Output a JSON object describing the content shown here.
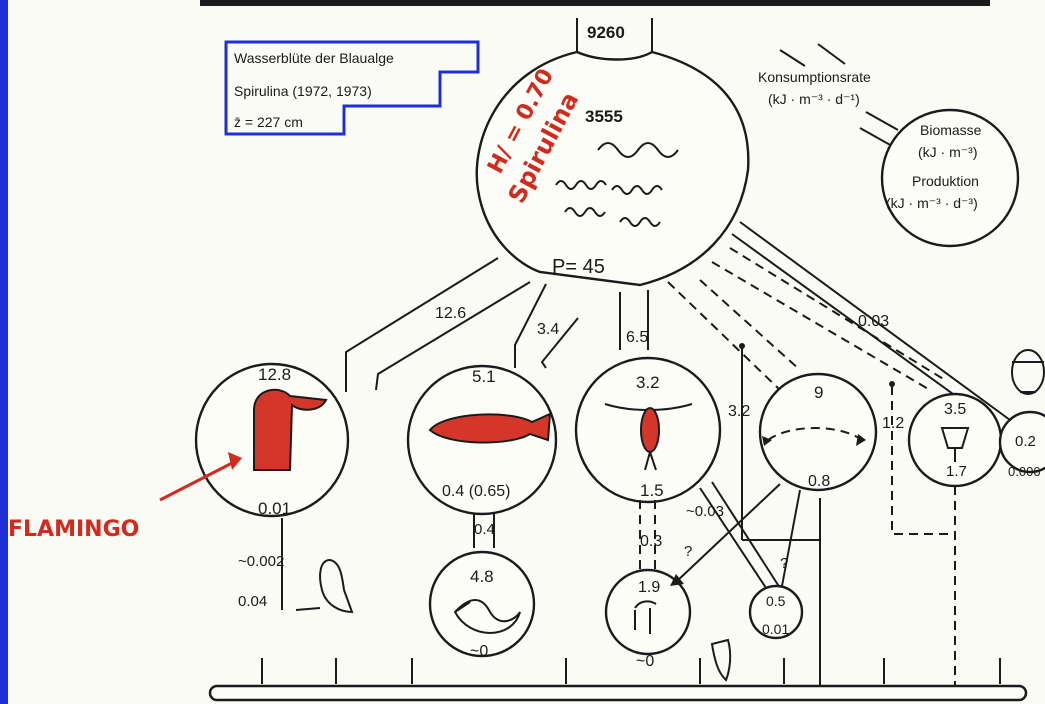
{
  "legend_box": {
    "line1": "Wasserblüte der Blaualge",
    "line2": "Spirulina (1972, 1973)",
    "line3": "z̄ = 227 cm"
  },
  "key": {
    "consumption_rate": "Konsumptionsrate",
    "consumption_unit": "(kJ · m⁻³ · d⁻¹)",
    "biomass": "Biomasse",
    "biomass_unit": "(kJ · m⁻³)",
    "production": "Produktion",
    "production_unit": "(kJ · m⁻³ · d⁻³)"
  },
  "input_value": "9260",
  "spirulina": {
    "biomass": "3555",
    "production": "P= 45",
    "annotation_name": "Spirulina",
    "annotation_ratio": "H/ = 0.70"
  },
  "flows": {
    "to_flamingo": "12.6",
    "to_fish": "3.4",
    "to_copepod": "6.5",
    "to_rotifer": "3.2",
    "to_insect": "1.2",
    "to_small": "0.03",
    "fish_to_pelican": "0.4",
    "copepod_to_larva": "0.3",
    "flamingo_out": "~0.002",
    "flamingo_out2": "0.04",
    "copepod_side": "~0.03",
    "q1": "?",
    "q2": "?"
  },
  "nodes": {
    "flamingo": {
      "biomass": "12.8",
      "production": "0.01",
      "label": "FLAMINGO"
    },
    "fish": {
      "biomass": "5.1",
      "production": "0.4 (0.65)"
    },
    "copepod": {
      "biomass": "3.2",
      "production": "1.5"
    },
    "rotifer": {
      "biomass": "9",
      "production": "0.8"
    },
    "insect": {
      "biomass": "3.5",
      "production": "1.7"
    },
    "small": {
      "biomass": "0.2",
      "production": "0.006"
    },
    "pelican": {
      "biomass": "4.8",
      "production": "~0"
    },
    "larva": {
      "biomass": "1.9",
      "production": "~0"
    },
    "mini": {
      "biomass": "0.5",
      "production": "0.01"
    }
  },
  "colors": {
    "frame": "#1f2fd8",
    "annotation": "#d42a1e",
    "ink": "#1b1b1b",
    "paper": "#fbfbf6"
  }
}
